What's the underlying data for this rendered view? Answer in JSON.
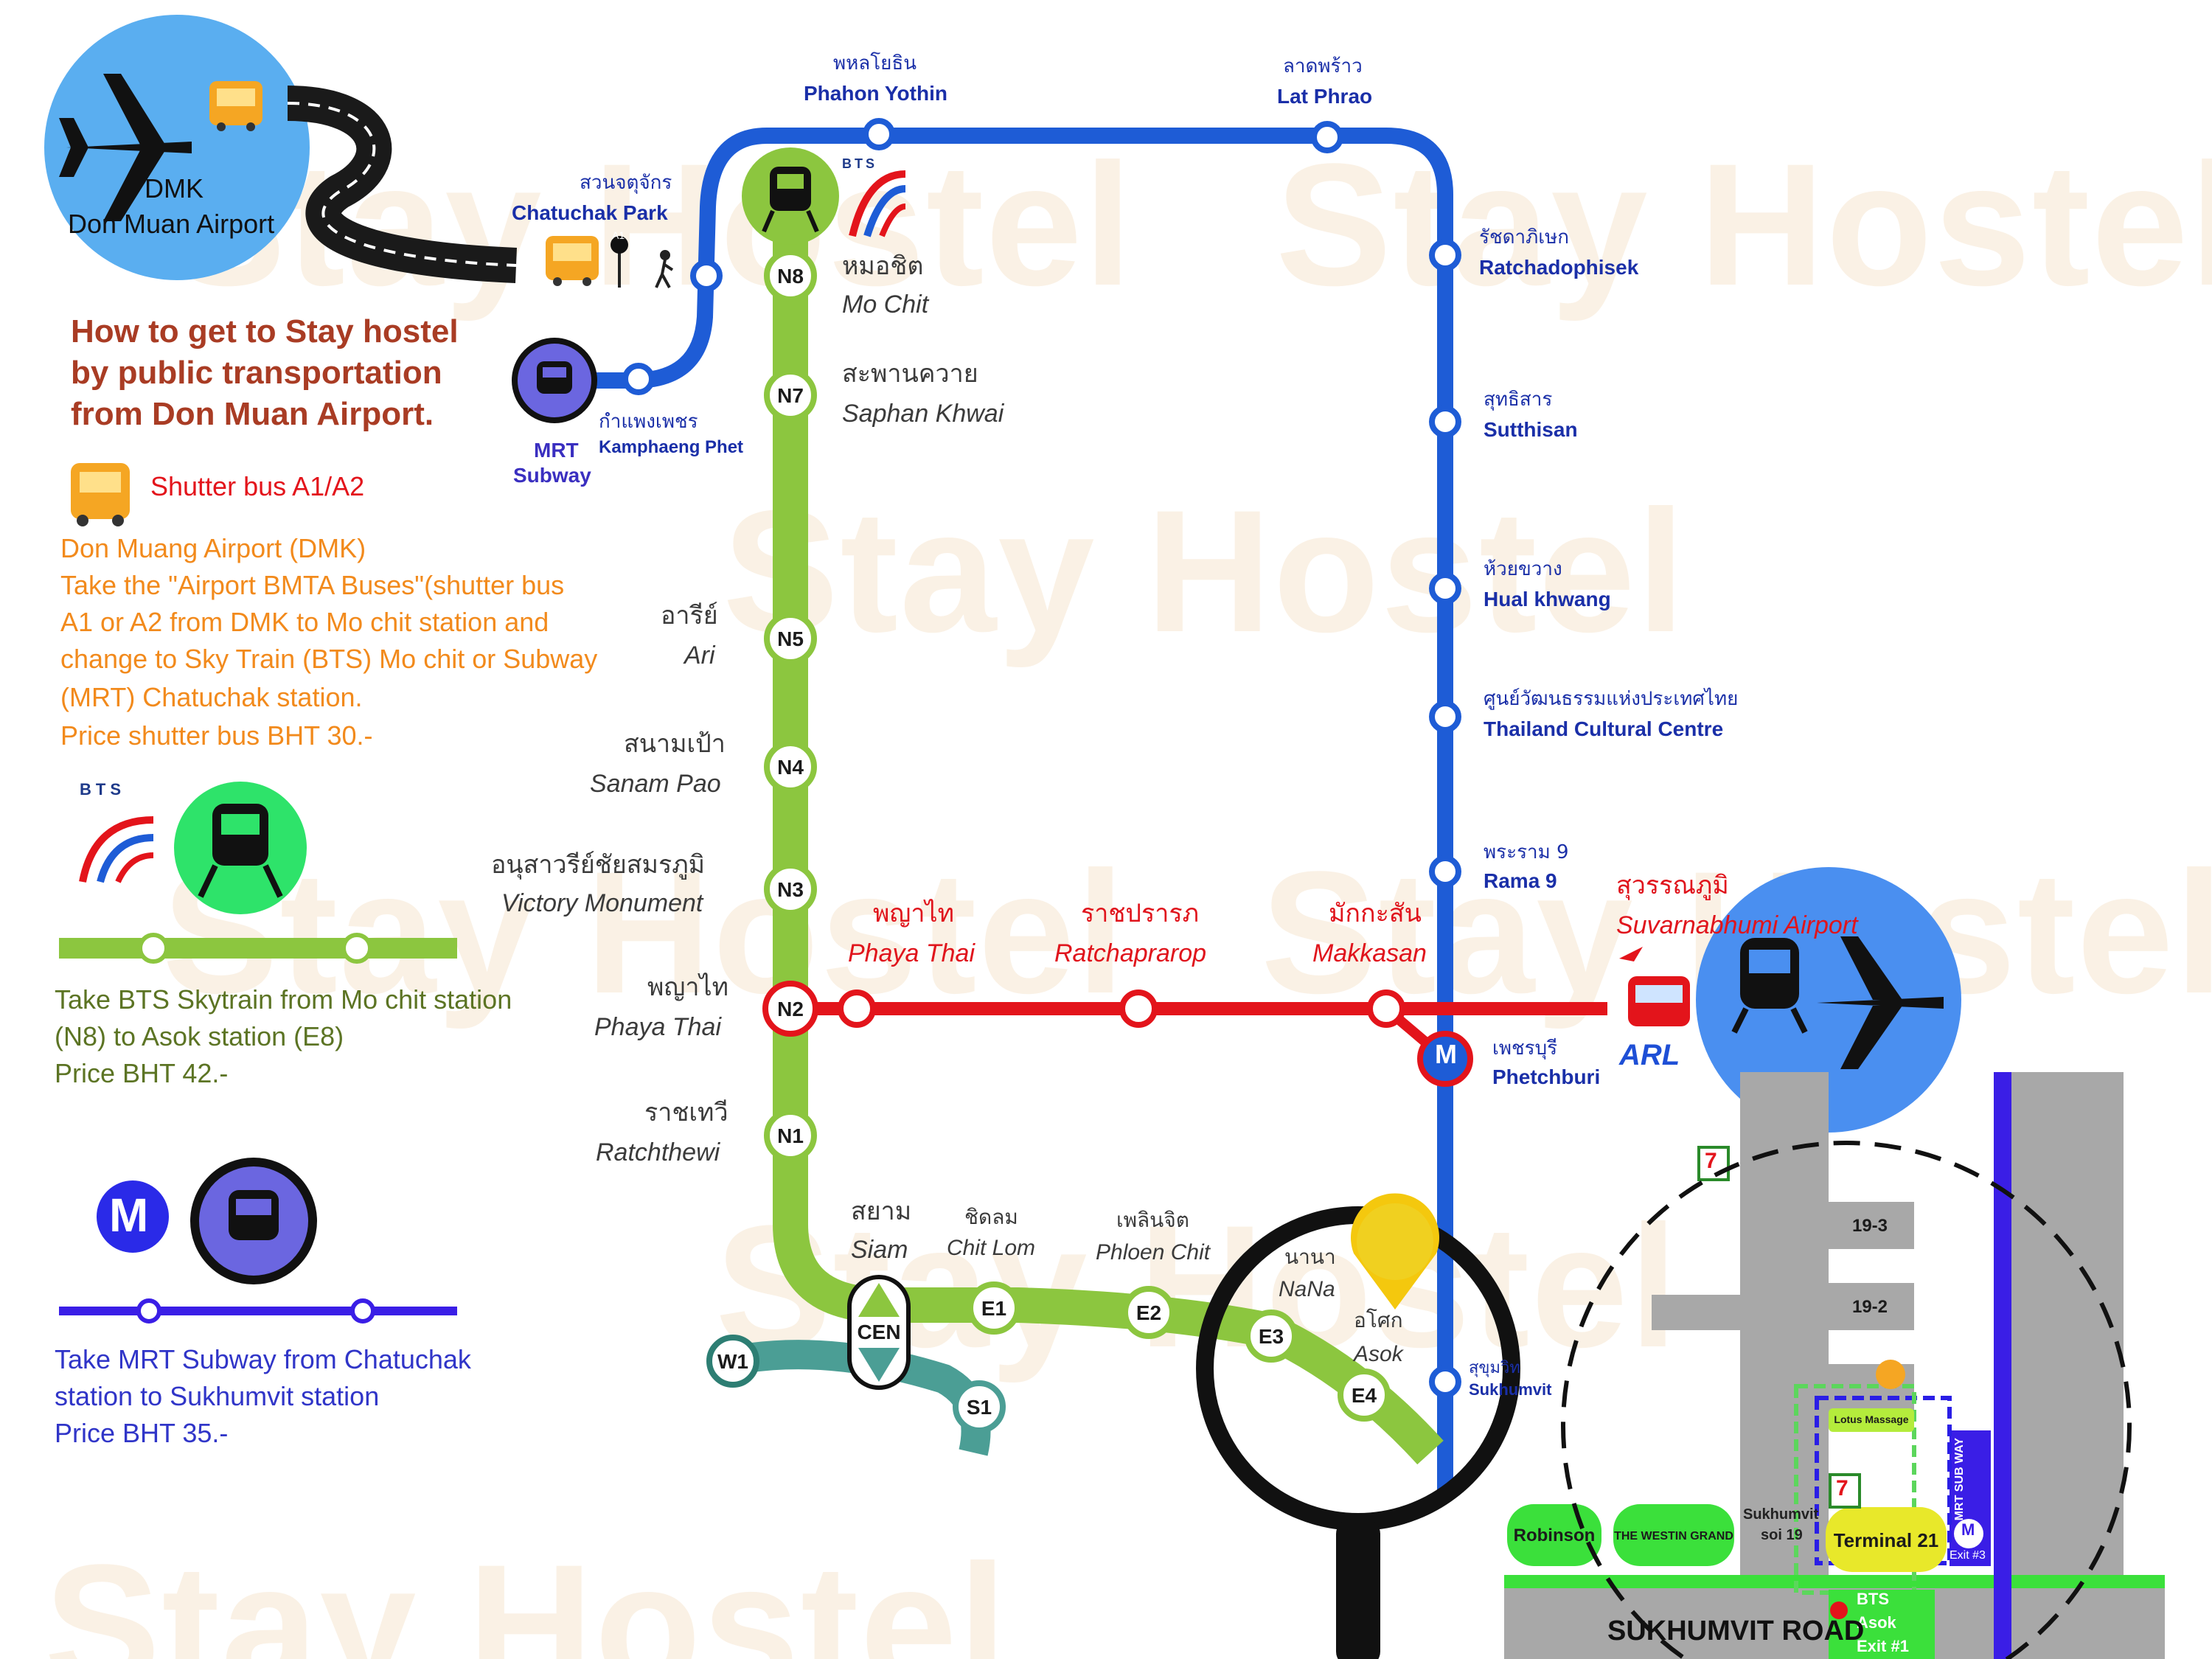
{
  "watermark": "Stay Hostel",
  "title_lines": [
    "How to get to Stay hostel",
    "by public transportation",
    "from Don Muan Airport."
  ],
  "dmk": {
    "code": "DMK",
    "name": "Don Muan Airport",
    "bus_stop": "A1"
  },
  "bus": {
    "heading": "Shutter bus A1/A2",
    "lines": [
      "Don Muang Airport (DMK)",
      "Take the \"Airport BMTA Buses\"(shutter bus",
      "A1 or A2 from DMK to Mo chit station and",
      "change to Sky Train (BTS) Mo chit or Subway",
      "(MRT) Chatuchak station.",
      "Price shutter bus BHT 30.-"
    ]
  },
  "bts": {
    "logo": "BTS",
    "lines": [
      "Take BTS Skytrain from Mo chit station",
      "(N8) to Asok station (E8)",
      "Price BHT 42.-"
    ]
  },
  "mrt": {
    "logo": "M",
    "lines": [
      "Take MRT Subway from Chatuchak",
      "station to Sukhumvit station",
      "Price BHT 35.-"
    ],
    "label": [
      "MRT",
      "Subway"
    ]
  },
  "stations": {
    "phahon_yothin": {
      "th": "พหลโยธิน",
      "en": "Phahon Yothin"
    },
    "lat_phrao": {
      "th": "ลาดพร้าว",
      "en": "Lat Phrao"
    },
    "chatuchak": {
      "th": "สวนจตุจักร",
      "en": "Chatuchak Park"
    },
    "kamphaeng": {
      "th": "กำแพงเพชร",
      "en": "Kamphaeng Phet"
    },
    "ratchadaphisek": {
      "th": "รัชดาภิเษก",
      "en": "Ratchadophisek"
    },
    "sutthisan": {
      "th": "สุทธิสาร",
      "en": "Sutthisan"
    },
    "hual_khwang": {
      "th": "ห้วยขวาง",
      "en": "Hual khwang"
    },
    "cultural": {
      "th": "ศูนย์วัฒนธรรมแห่งประเทศไทย",
      "en": "Thailand Cultural Centre"
    },
    "rama9": {
      "th": "พระราม 9",
      "en": "Rama 9"
    },
    "phetchburi": {
      "th": "เพชรบุรี",
      "en": "Phetchburi"
    },
    "sukhumvit": {
      "th": "สุขุมวิท",
      "en": "Sukhumvit"
    },
    "mo_chit": {
      "th": "หมอชิต",
      "en": "Mo Chit"
    },
    "saphan_khwai": {
      "th": "สะพานควาย",
      "en": "Saphan Khwai"
    },
    "ari": {
      "th": "อารีย์",
      "en": "Ari"
    },
    "sanam_pao": {
      "th": "สนามเป้า",
      "en": "Sanam Pao"
    },
    "victory": {
      "th": "อนุสาวรีย์ชัยสมรภูมิ",
      "en": "Victory Monument"
    },
    "phaya_thai": {
      "th": "พญาไท",
      "en": "Phaya Thai"
    },
    "ratchathewi": {
      "th": "ราชเทวี",
      "en": "Ratchthewi"
    },
    "siam": {
      "th": "สยาม",
      "en": "Siam"
    },
    "chit_lom": {
      "th": "ชิดลม",
      "en": "Chit Lom"
    },
    "phloen_chit": {
      "th": "เพลินจิต",
      "en": "Phloen Chit"
    },
    "nana": {
      "th": "นานา",
      "en": "NaNa"
    },
    "asok": {
      "th": "อโศก",
      "en": "Asok"
    },
    "arl_phaya_thai": {
      "th": "พญาไท",
      "en": "Phaya Thai"
    },
    "ratchaprarop": {
      "th": "ราชปรารภ",
      "en": "Ratchaprarop"
    },
    "makkasan": {
      "th": "มักกะสัน",
      "en": "Makkasan"
    },
    "suvarnabhumi": {
      "th": "สุวรรณภูมิ",
      "en": "Suvarnabhumi Airport"
    }
  },
  "codes": [
    "N8",
    "N7",
    "N5",
    "N4",
    "N3",
    "N2",
    "N1",
    "E1",
    "E2",
    "E3",
    "E4",
    "W1",
    "S1",
    "CEN"
  ],
  "arl_logo": "ARL",
  "area_map": {
    "street_19_3": "19-3",
    "street_19_2": "19-2",
    "lotus": "Lotus Massage",
    "robinson": "Robinson",
    "westin": "THE WESTIN GRAND",
    "soi_19": [
      "Sukhumvit",
      "soi 19"
    ],
    "terminal21": "Terminal 21",
    "mrt_subway_vertical": "MRT SUB WAY",
    "mrt_exit": "Exit #3",
    "bts_asok_exit": [
      "BTS",
      "Asok",
      "Exit #1"
    ],
    "road": "SUKHUMVIT ROAD",
    "seven_eleven": "7"
  },
  "colors": {
    "bts_green": "#8cc63f",
    "mrt_blue": "#1e5cd6",
    "arl_red": "#e3141b",
    "area_map_purple": "#3a1ee6"
  }
}
